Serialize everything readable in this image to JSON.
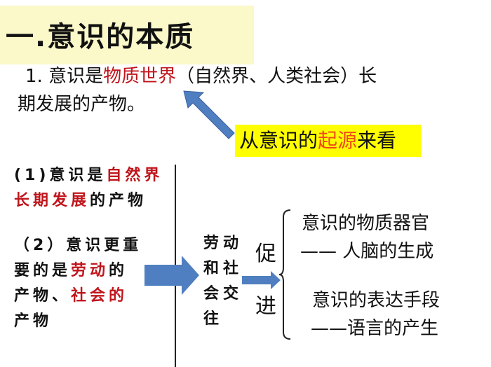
{
  "title": "一.意识的本质",
  "point1": {
    "prefix": "1. 意识是",
    "highlight": "物质世界",
    "suffix": "（自然界、人类社会）长",
    "line2": "期发展的产物。"
  },
  "origin": {
    "pre": "从意识的",
    "highlight": "起源",
    "post": "来看"
  },
  "left1": {
    "pre": "(1)意识是",
    "hl1": "自然界",
    "hl2": "长期发展",
    "post": "的产物"
  },
  "left2": {
    "line1": "（2）意识更重",
    "l2pre": "要的是",
    "l2hl": "劳动",
    "l2post": "的",
    "l3pre": "产物、",
    "l3hl": "社会的",
    "line4": "产物"
  },
  "middle": {
    "lines": [
      "劳动",
      "和社",
      "会交",
      "往"
    ],
    "cu": "促",
    "jin": "进"
  },
  "right": {
    "a1": "意识的物质器官",
    "a2": "—— 人脑的生成",
    "b1": "意识的表达手段",
    "b2": "——语言的产生"
  },
  "colors": {
    "arrow": "#4f7fc0",
    "red": "#c0151c",
    "yellow": "#ffff00"
  }
}
